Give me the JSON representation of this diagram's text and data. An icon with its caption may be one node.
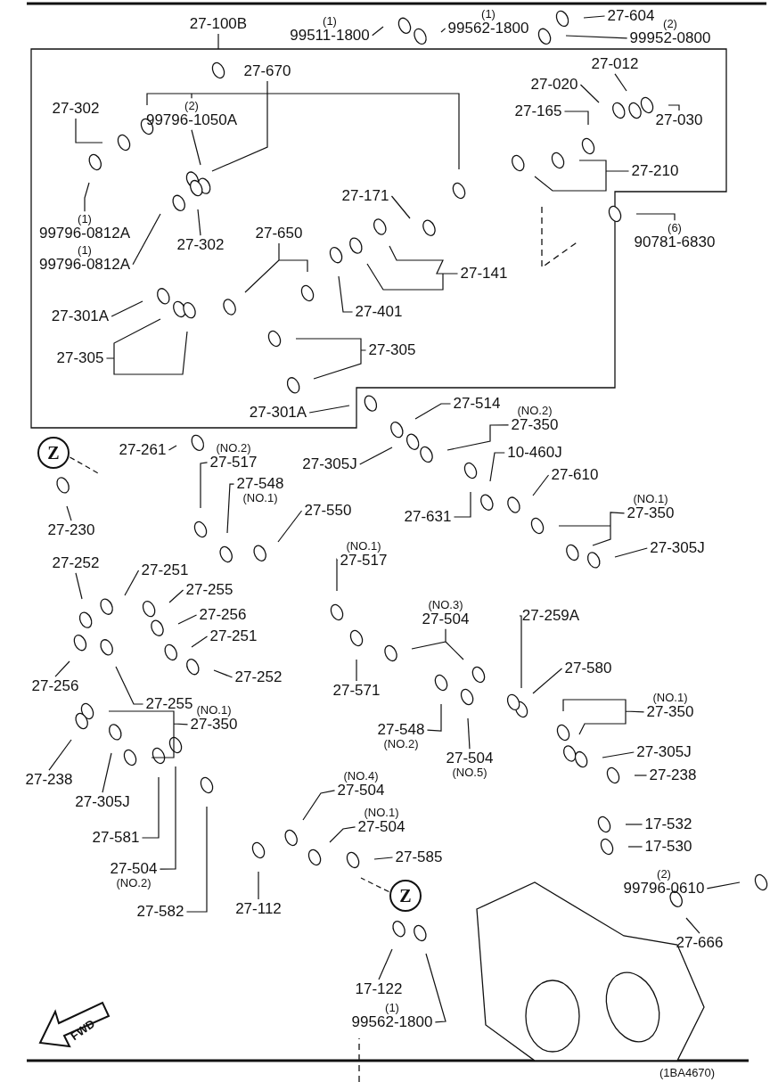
{
  "diagram": {
    "nodes": [
      {
        "text": [
          "27-100B"
        ]
      },
      {
        "text": [
          "(1)",
          "99511-1800"
        ]
      },
      {
        "text": [
          "(1)",
          "99562-1800"
        ]
      },
      {
        "text": [
          "27-604"
        ]
      },
      {
        "text": [
          "(2)",
          "99952-0800"
        ]
      },
      {
        "text": [
          "27-670"
        ]
      },
      {
        "text": [
          "27-302"
        ]
      },
      {
        "text": [
          "(2)",
          "99796-1050A"
        ]
      },
      {
        "text": [
          "27-302"
        ]
      },
      {
        "text": [
          "(1)",
          "99796-0812A"
        ]
      },
      {
        "text": [
          "(1)",
          "99796-0812A"
        ]
      },
      {
        "text": [
          "27-650"
        ]
      },
      {
        "text": [
          "27-171"
        ]
      },
      {
        "text": [
          "27-020"
        ]
      },
      {
        "text": [
          "27-012"
        ]
      },
      {
        "text": [
          "27-030"
        ]
      },
      {
        "text": [
          "27-165"
        ]
      },
      {
        "text": [
          "27-210"
        ]
      },
      {
        "text": [
          "(6)",
          "90781-6830"
        ]
      },
      {
        "text": [
          "27-141"
        ]
      },
      {
        "text": [
          "27-401"
        ]
      },
      {
        "text": [
          "27-301A"
        ]
      },
      {
        "text": [
          "27-305"
        ]
      },
      {
        "text": [
          "27-305"
        ]
      },
      {
        "text": [
          "27-301A"
        ]
      },
      {
        "text": [
          "27-514"
        ]
      },
      {
        "text": [
          "(NO.2)",
          "27-350"
        ]
      },
      {
        "text": [
          "27-305J"
        ]
      },
      {
        "text": [
          "Z"
        ]
      },
      {
        "text": [
          "27-261"
        ]
      },
      {
        "text": [
          "(NO.2)",
          "27-517"
        ]
      },
      {
        "text": [
          "27-548",
          "(NO.1)"
        ]
      },
      {
        "text": [
          "27-550"
        ]
      },
      {
        "text": [
          "27-230"
        ]
      },
      {
        "text": [
          "10-460J"
        ]
      },
      {
        "text": [
          "27-610"
        ]
      },
      {
        "text": [
          "27-631"
        ]
      },
      {
        "text": [
          "(NO.1)",
          "27-350"
        ]
      },
      {
        "text": [
          "27-305J"
        ]
      },
      {
        "text": [
          "27-252"
        ]
      },
      {
        "text": [
          "27-251"
        ]
      },
      {
        "text": [
          "27-255"
        ]
      },
      {
        "text": [
          "27-256"
        ]
      },
      {
        "text": [
          "27-251"
        ]
      },
      {
        "text": [
          "27-252"
        ]
      },
      {
        "text": [
          "27-256"
        ]
      },
      {
        "text": [
          "27-255"
        ]
      },
      {
        "text": [
          "(NO.1)",
          "27-517"
        ]
      },
      {
        "text": [
          "(NO.3)",
          "27-504"
        ]
      },
      {
        "text": [
          "27-571"
        ]
      },
      {
        "text": [
          "27-259A"
        ]
      },
      {
        "text": [
          "27-580"
        ]
      },
      {
        "text": [
          "27-548",
          "(NO.2)"
        ]
      },
      {
        "text": [
          "27-504",
          "(NO.5)"
        ]
      },
      {
        "text": [
          "(NO.1)",
          "27-350"
        ]
      },
      {
        "text": [
          "27-305J"
        ]
      },
      {
        "text": [
          "27-238"
        ]
      },
      {
        "text": [
          "(NO.1)",
          "27-350"
        ]
      },
      {
        "text": [
          "27-238"
        ]
      },
      {
        "text": [
          "27-305J"
        ]
      },
      {
        "text": [
          "27-581"
        ]
      },
      {
        "text": [
          "27-504",
          "(NO.2)"
        ]
      },
      {
        "text": [
          "27-582"
        ]
      },
      {
        "text": [
          "27-112"
        ]
      },
      {
        "text": [
          "(NO.4)",
          "27-504"
        ]
      },
      {
        "text": [
          "(NO.1)",
          "27-504"
        ]
      },
      {
        "text": [
          "27-585"
        ]
      },
      {
        "text": [
          "Z"
        ]
      },
      {
        "text": [
          "17-532"
        ]
      },
      {
        "text": [
          "17-530"
        ]
      },
      {
        "text": [
          "(2)",
          "99796-0610"
        ]
      },
      {
        "text": [
          "27-666"
        ]
      },
      {
        "text": [
          "17-122"
        ]
      },
      {
        "text": [
          "(1)",
          "99562-1800"
        ]
      }
    ],
    "edges": [
      {
        "from": 0,
        "to": null,
        "arrow": "none"
      },
      {
        "from": 1,
        "to": null,
        "arrow": "none"
      },
      {
        "from": 2,
        "to": null,
        "arrow": "none"
      },
      {
        "from": 3,
        "to": null,
        "arrow": "none"
      },
      {
        "from": 4,
        "to": null,
        "arrow": "none"
      },
      {
        "from": 5,
        "to": null,
        "arrow": "none"
      },
      {
        "from": 6,
        "to": null,
        "arrow": "none"
      },
      {
        "from": 7,
        "to": null,
        "arrow": "none"
      },
      {
        "from": 8,
        "to": null,
        "arrow": "none"
      },
      {
        "from": 9,
        "to": null,
        "arrow": "none"
      },
      {
        "from": 10,
        "to": null,
        "arrow": "none"
      },
      {
        "from": 11,
        "to": null,
        "arrow": "none"
      },
      {
        "from": 12,
        "to": null,
        "arrow": "none"
      },
      {
        "from": 13,
        "to": null,
        "arrow": "none"
      },
      {
        "from": 14,
        "to": null,
        "arrow": "none"
      },
      {
        "from": 15,
        "to": null,
        "arrow": "none"
      },
      {
        "from": 16,
        "to": null,
        "arrow": "none"
      },
      {
        "from": 17,
        "to": null,
        "arrow": "none"
      },
      {
        "from": 18,
        "to": null,
        "arrow": "none"
      },
      {
        "from": 19,
        "to": null,
        "arrow": "none"
      },
      {
        "from": 20,
        "to": null,
        "arrow": "none"
      },
      {
        "from": 21,
        "to": null,
        "arrow": "none"
      },
      {
        "from": 22,
        "to": null,
        "arrow": "none"
      },
      {
        "from": 23,
        "to": null,
        "arrow": "none"
      },
      {
        "from": 24,
        "to": null,
        "arrow": "none"
      },
      {
        "from": 25,
        "to": null,
        "arrow": "none"
      },
      {
        "from": 26,
        "to": null,
        "arrow": "none"
      },
      {
        "from": 27,
        "to": null,
        "arrow": "none"
      },
      {
        "from": 28,
        "to": null,
        "arrow": "none",
        "style": "dashed"
      },
      {
        "from": 29,
        "to": null,
        "arrow": "none"
      },
      {
        "from": 30,
        "to": null,
        "arrow": "none"
      },
      {
        "from": 31,
        "to": null,
        "arrow": "none"
      },
      {
        "from": 32,
        "to": null,
        "arrow": "none"
      },
      {
        "from": 33,
        "to": null,
        "arrow": "none"
      },
      {
        "from": 34,
        "to": null,
        "arrow": "none"
      },
      {
        "from": 35,
        "to": null,
        "arrow": "none"
      },
      {
        "from": 36,
        "to": null,
        "arrow": "none"
      },
      {
        "from": 37,
        "to": null,
        "arrow": "none"
      },
      {
        "from": 38,
        "to": null,
        "arrow": "none"
      },
      {
        "from": 39,
        "to": null,
        "arrow": "none"
      },
      {
        "from": 40,
        "to": null,
        "arrow": "none"
      },
      {
        "from": 41,
        "to": null,
        "arrow": "none"
      },
      {
        "from": 42,
        "to": null,
        "arrow": "none"
      },
      {
        "from": 43,
        "to": null,
        "arrow": "none"
      },
      {
        "from": 44,
        "to": null,
        "arrow": "none"
      },
      {
        "from": 45,
        "to": null,
        "arrow": "none"
      },
      {
        "from": 46,
        "to": null,
        "arrow": "none"
      },
      {
        "from": 47,
        "to": null,
        "arrow": "none"
      },
      {
        "from": 48,
        "to": null,
        "arrow": "none"
      },
      {
        "from": 49,
        "to": null,
        "arrow": "none"
      },
      {
        "from": 50,
        "to": null,
        "arrow": "none"
      },
      {
        "from": 51,
        "to": null,
        "arrow": "none"
      },
      {
        "from": 52,
        "to": null,
        "arrow": "none"
      },
      {
        "from": 53,
        "to": null,
        "arrow": "none"
      },
      {
        "from": 54,
        "to": null,
        "arrow": "none"
      },
      {
        "from": 55,
        "to": null,
        "arrow": "none"
      },
      {
        "from": 56,
        "to": null,
        "arrow": "none"
      },
      {
        "from": 57,
        "to": null,
        "arrow": "none"
      },
      {
        "from": 58,
        "to": null,
        "arrow": "none"
      },
      {
        "from": 59,
        "to": null,
        "arrow": "none"
      },
      {
        "from": 60,
        "to": null,
        "arrow": "none"
      },
      {
        "from": 61,
        "to": null,
        "arrow": "none"
      },
      {
        "from": 62,
        "to": null,
        "arrow": "none"
      },
      {
        "from": 63,
        "to": null,
        "arrow": "none"
      },
      {
        "from": 64,
        "to": null,
        "arrow": "none"
      },
      {
        "from": 65,
        "to": null,
        "arrow": "none"
      },
      {
        "from": 66,
        "to": null,
        "arrow": "none"
      },
      {
        "from": 67,
        "to": null,
        "arrow": "none",
        "style": "dashed"
      },
      {
        "from": 68,
        "to": null,
        "arrow": "none"
      },
      {
        "from": 69,
        "to": null,
        "arrow": "none"
      },
      {
        "from": 70,
        "to": null,
        "arrow": "none"
      },
      {
        "from": 71,
        "to": null,
        "arrow": "none"
      },
      {
        "from": 72,
        "to": null,
        "arrow": "none"
      },
      {
        "from": 73,
        "to": null,
        "arrow": "none"
      }
    ],
    "labels": [
      "FWD",
      "(1BA4670)"
    ]
  }
}
